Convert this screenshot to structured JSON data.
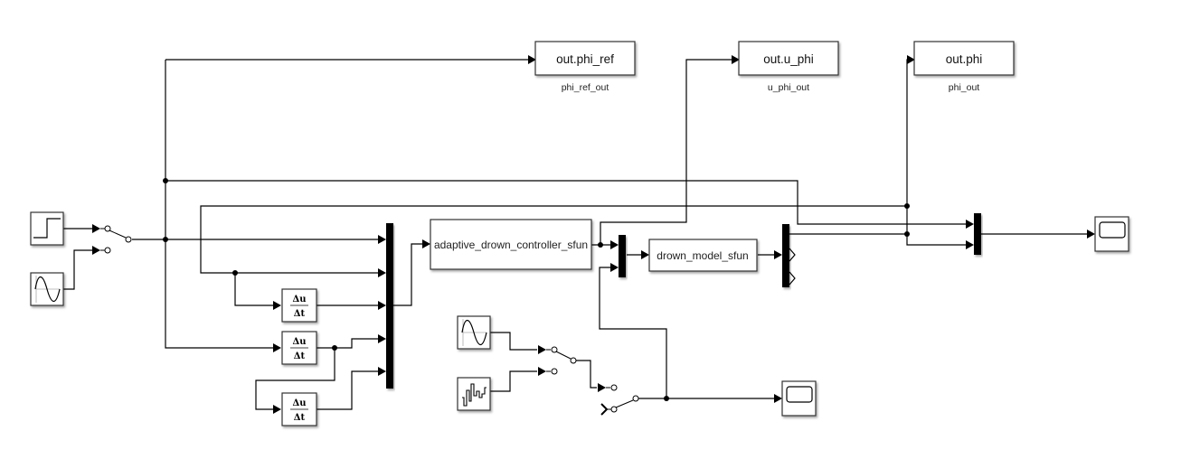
{
  "model": {
    "outputs": [
      {
        "id": "phi_ref",
        "block_label": "out.phi_ref",
        "name": "phi_ref_out"
      },
      {
        "id": "u_phi",
        "block_label": "out.u_phi",
        "name": "u_phi_out"
      },
      {
        "id": "phi",
        "block_label": "out.phi",
        "name": "phi_out"
      }
    ],
    "controller": {
      "label": "adaptive_drown_controller_sfun"
    },
    "plant": {
      "label": "drown_model_sfun"
    },
    "derivatives": [
      {
        "num": "Δu",
        "den": "Δt"
      },
      {
        "num": "Δu",
        "den": "Δt"
      },
      {
        "num": "Δu",
        "den": "Δt"
      }
    ],
    "sources": [
      {
        "type": "step",
        "icon": "step-icon"
      },
      {
        "type": "sine",
        "icon": "sine-wave-icon"
      },
      {
        "type": "sine",
        "icon": "sine-wave-icon"
      },
      {
        "type": "random",
        "icon": "random-signal-icon"
      }
    ],
    "scopes": [
      {
        "icon": "scope-icon"
      },
      {
        "icon": "scope-icon"
      }
    ]
  }
}
